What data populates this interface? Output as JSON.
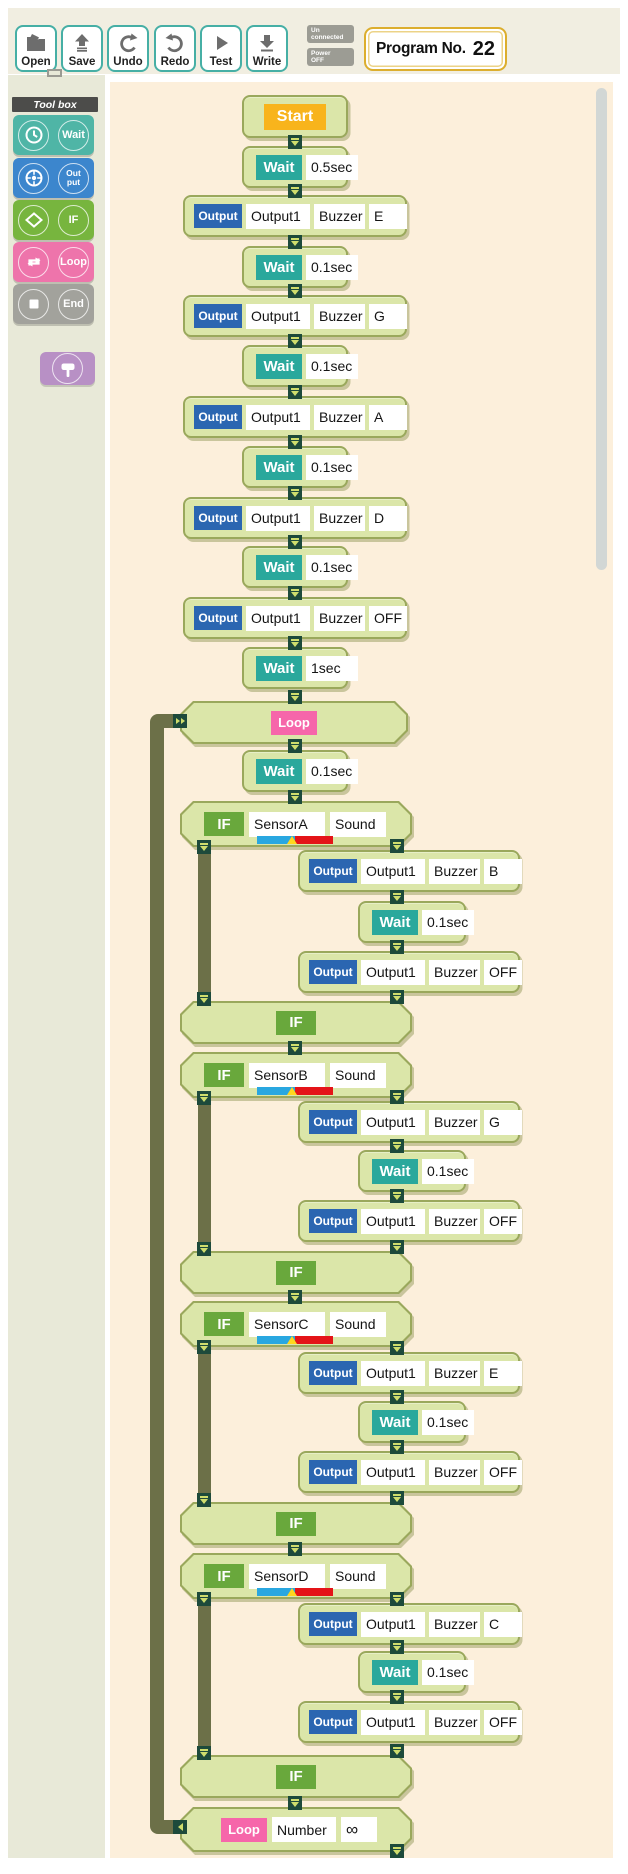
{
  "toolbar": {
    "buttons": [
      {
        "id": "open",
        "label": "Open",
        "icon": "folder-open-icon"
      },
      {
        "id": "save",
        "label": "Save",
        "icon": "save-arrow-icon"
      },
      {
        "id": "undo",
        "label": "Undo",
        "icon": "undo-arrow-icon"
      },
      {
        "id": "redo",
        "label": "Redo",
        "icon": "redo-arrow-icon"
      },
      {
        "id": "test",
        "label": "Test",
        "icon": "play-icon"
      },
      {
        "id": "write",
        "label": "Write",
        "icon": "download-arrow-icon"
      }
    ],
    "connection_badge": {
      "line1": "Un",
      "line2": "connected"
    },
    "power_badge": {
      "line1": "Power",
      "line2": "OFF"
    },
    "program": {
      "label": "Program No.",
      "number": "22"
    }
  },
  "toolbox": {
    "title": "Tool box",
    "items": [
      {
        "id": "wait",
        "label": "Wait",
        "color": "#4fb5a6",
        "icon": "clock-icon"
      },
      {
        "id": "output",
        "label": "Out put",
        "color": "#3c86cd",
        "icon": "wheel-icon"
      },
      {
        "id": "if",
        "label": "IF",
        "color": "#77b53e",
        "icon": "diamond-icon"
      },
      {
        "id": "loop",
        "label": "Loop",
        "color": "#ee74ab",
        "icon": "loop-arrows-icon"
      },
      {
        "id": "end",
        "label": "End",
        "color": "#a2a29c",
        "icon": "stop-square-icon"
      }
    ],
    "delete_tool": {
      "icon": "hammer-icon",
      "color": "#b890c5"
    }
  },
  "program_blocks": [
    {
      "type": "start",
      "label": "Start"
    },
    {
      "type": "wait",
      "badge": "Wait",
      "value": "0.5sec"
    },
    {
      "type": "output",
      "badge": "Output",
      "port": "Output1",
      "device": "Buzzer",
      "value": "E"
    },
    {
      "type": "wait",
      "badge": "Wait",
      "value": "0.1sec"
    },
    {
      "type": "output",
      "badge": "Output",
      "port": "Output1",
      "device": "Buzzer",
      "value": "G"
    },
    {
      "type": "wait",
      "badge": "Wait",
      "value": "0.1sec"
    },
    {
      "type": "output",
      "badge": "Output",
      "port": "Output1",
      "device": "Buzzer",
      "value": "A"
    },
    {
      "type": "wait",
      "badge": "Wait",
      "value": "0.1sec"
    },
    {
      "type": "output",
      "badge": "Output",
      "port": "Output1",
      "device": "Buzzer",
      "value": "D"
    },
    {
      "type": "wait",
      "badge": "Wait",
      "value": "0.1sec"
    },
    {
      "type": "output",
      "badge": "Output",
      "port": "Output1",
      "device": "Buzzer",
      "value": "OFF"
    },
    {
      "type": "wait",
      "badge": "Wait",
      "value": "1sec"
    },
    {
      "type": "loop_start",
      "badge": "Loop"
    },
    {
      "type": "wait",
      "badge": "Wait",
      "value": "0.1sec"
    },
    {
      "type": "if",
      "badge": "IF",
      "sensor": "SensorA",
      "condition": "Sound"
    },
    {
      "type": "output",
      "nested": true,
      "badge": "Output",
      "port": "Output1",
      "device": "Buzzer",
      "value": "B"
    },
    {
      "type": "wait",
      "nested": true,
      "badge": "Wait",
      "value": "0.1sec"
    },
    {
      "type": "output",
      "nested": true,
      "badge": "Output",
      "port": "Output1",
      "device": "Buzzer",
      "value": "OFF"
    },
    {
      "type": "if_end",
      "badge": "IF"
    },
    {
      "type": "if",
      "badge": "IF",
      "sensor": "SensorB",
      "condition": "Sound"
    },
    {
      "type": "output",
      "nested": true,
      "badge": "Output",
      "port": "Output1",
      "device": "Buzzer",
      "value": "G"
    },
    {
      "type": "wait",
      "nested": true,
      "badge": "Wait",
      "value": "0.1sec"
    },
    {
      "type": "output",
      "nested": true,
      "badge": "Output",
      "port": "Output1",
      "device": "Buzzer",
      "value": "OFF"
    },
    {
      "type": "if_end",
      "badge": "IF"
    },
    {
      "type": "if",
      "badge": "IF",
      "sensor": "SensorC",
      "condition": "Sound"
    },
    {
      "type": "output",
      "nested": true,
      "badge": "Output",
      "port": "Output1",
      "device": "Buzzer",
      "value": "E"
    },
    {
      "type": "wait",
      "nested": true,
      "badge": "Wait",
      "value": "0.1sec"
    },
    {
      "type": "output",
      "nested": true,
      "badge": "Output",
      "port": "Output1",
      "device": "Buzzer",
      "value": "OFF"
    },
    {
      "type": "if_end",
      "badge": "IF"
    },
    {
      "type": "if",
      "badge": "IF",
      "sensor": "SensorD",
      "condition": "Sound"
    },
    {
      "type": "output",
      "nested": true,
      "badge": "Output",
      "port": "Output1",
      "device": "Buzzer",
      "value": "C"
    },
    {
      "type": "wait",
      "nested": true,
      "badge": "Wait",
      "value": "0.1sec"
    },
    {
      "type": "output",
      "nested": true,
      "badge": "Output",
      "port": "Output1",
      "device": "Buzzer",
      "value": "OFF"
    },
    {
      "type": "if_end",
      "badge": "IF"
    },
    {
      "type": "loop_end",
      "badge": "Loop",
      "param": "Number",
      "value": "∞"
    }
  ],
  "colors": {
    "canvas_bg": "#fcefdb",
    "sidebar_bg": "#e8e9d8",
    "toolbar_bg": "#f1eee1",
    "block_fill": "#dbe6a9",
    "block_border": "#9aa85c",
    "connector": "#1d4a3b",
    "branch_line": "#6c7048",
    "wait_badge": "#2aa89c",
    "output_badge": "#2b66b1",
    "if_badge": "#69a83c",
    "loop_badge": "#f666aa",
    "start_badge": "#f8b41c",
    "slider_low": "#29a7e0",
    "slider_high": "#e41418",
    "slider_marker": "#ffd61e",
    "program_box_border": "#dcae2e",
    "button_border": "#46afa5"
  }
}
